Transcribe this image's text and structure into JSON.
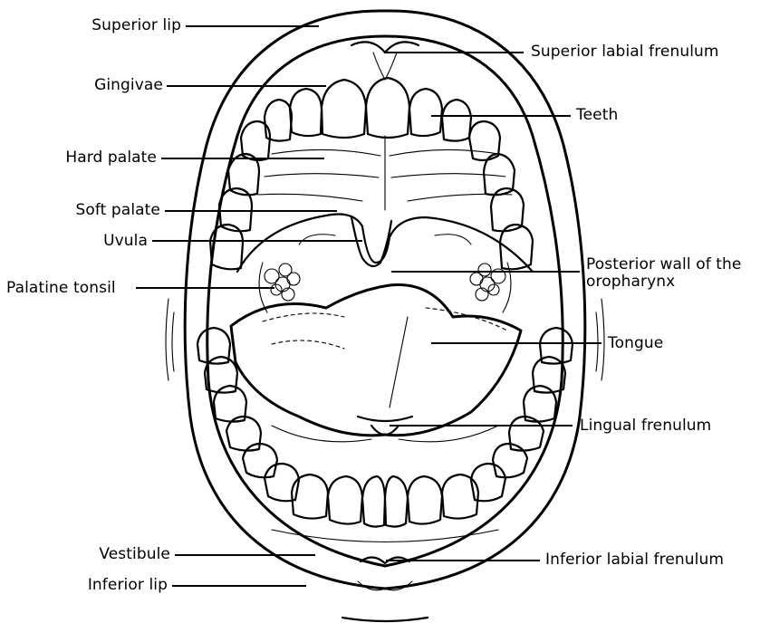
{
  "labels": {
    "superior_lip": "Superior lip",
    "gingivae": "Gingivae",
    "hard_palate": "Hard palate",
    "soft_palate": "Soft palate",
    "uvula": "Uvula",
    "palatine_tonsil": "Palatine tonsil",
    "superior_labial_frenulum": "Superior labial frenulum",
    "teeth": "Teeth",
    "posterior_wall": "Posterior wall of the\noropharynx",
    "tongue": "Tongue",
    "lingual_frenulum": "Lingual frenulum",
    "vestibule": "Vestibule",
    "inferior_lip": "Inferior lip",
    "inferior_labial_frenulum": "Inferior labial frenulum"
  }
}
